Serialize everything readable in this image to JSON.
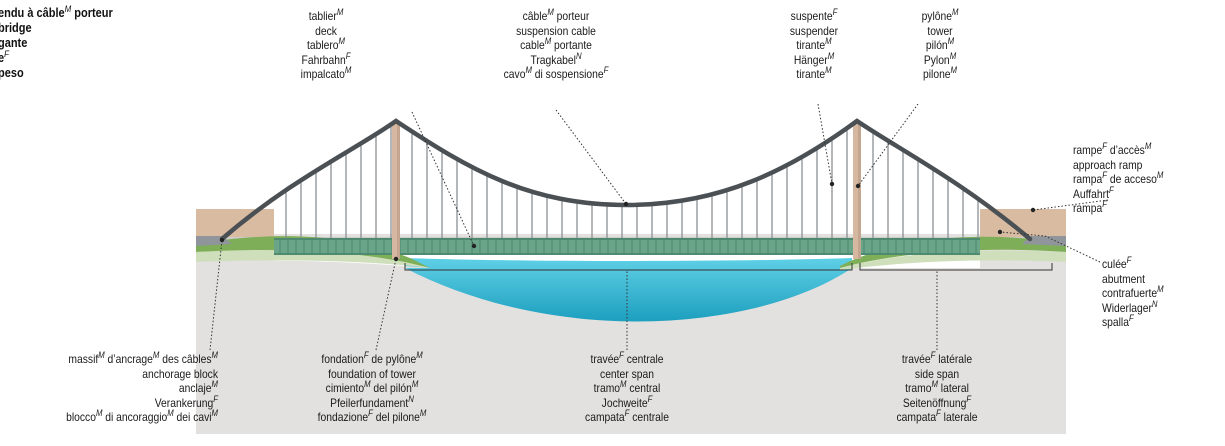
{
  "title_lines": [
    {
      "pre": "endu à câble",
      "g": "M",
      "post": " porteur"
    },
    {
      "pre": "bridge",
      "g": "",
      "post": ""
    },
    {
      "pre": "gante",
      "g": "",
      "post": ""
    },
    {
      "pre": "e",
      "g": "F",
      "post": ""
    },
    {
      "pre": "peso",
      "g": "",
      "post": ""
    }
  ],
  "labels": {
    "deck": [
      {
        "pre": "tablier",
        "g": "M",
        "post": ""
      },
      {
        "pre": "deck",
        "g": "",
        "post": ""
      },
      {
        "pre": "tablero",
        "g": "M",
        "post": ""
      },
      {
        "pre": "Fahrbahn",
        "g": "F",
        "post": ""
      },
      {
        "pre": "impalcato",
        "g": "M",
        "post": ""
      }
    ],
    "suspension_cable": [
      {
        "pre": "câble",
        "g": "M",
        "post": " porteur"
      },
      {
        "pre": "suspension cable",
        "g": "",
        "post": ""
      },
      {
        "pre": "cable",
        "g": "M",
        "post": " portante"
      },
      {
        "pre": "Tragkabel",
        "g": "N",
        "post": ""
      },
      {
        "pre": "cavo",
        "g": "M",
        "post": " di sospensione",
        "g2": "F"
      }
    ],
    "suspender": [
      {
        "pre": "suspente",
        "g": "F",
        "post": ""
      },
      {
        "pre": "suspender",
        "g": "",
        "post": ""
      },
      {
        "pre": "tirante",
        "g": "M",
        "post": ""
      },
      {
        "pre": "Hänger",
        "g": "M",
        "post": ""
      },
      {
        "pre": "tirante",
        "g": "M",
        "post": ""
      }
    ],
    "tower": [
      {
        "pre": "pylône",
        "g": "M",
        "post": ""
      },
      {
        "pre": "tower",
        "g": "",
        "post": ""
      },
      {
        "pre": "pilón",
        "g": "M",
        "post": ""
      },
      {
        "pre": "Pylon",
        "g": "M",
        "post": ""
      },
      {
        "pre": "pilone",
        "g": "M",
        "post": ""
      }
    ],
    "approach_ramp": [
      {
        "pre": "rampe",
        "g": "F",
        "post": " d’accès",
        "g2": "M"
      },
      {
        "pre": "approach ramp",
        "g": "",
        "post": ""
      },
      {
        "pre": "rampa",
        "g": "F",
        "post": " de acceso",
        "g2": "M"
      },
      {
        "pre": "Auffahrt",
        "g": "F",
        "post": ""
      },
      {
        "pre": "rampa",
        "g": "F",
        "post": ""
      }
    ],
    "abutment": [
      {
        "pre": "culée",
        "g": "F",
        "post": ""
      },
      {
        "pre": "abutment",
        "g": "",
        "post": ""
      },
      {
        "pre": "contrafuerte",
        "g": "M",
        "post": ""
      },
      {
        "pre": "Widerlager",
        "g": "N",
        "post": ""
      },
      {
        "pre": "spalla",
        "g": "F",
        "post": ""
      }
    ],
    "anchorage_block": [
      {
        "pre": "massif",
        "g": "M",
        "post": " d’ancrage",
        "g2": "M",
        "post2": " des câbles",
        "g3": "M"
      },
      {
        "pre": "anchorage block",
        "g": "",
        "post": ""
      },
      {
        "pre": "anclaje",
        "g": "M",
        "post": ""
      },
      {
        "pre": "Verankerung",
        "g": "F",
        "post": ""
      },
      {
        "pre": "blocco",
        "g": "M",
        "post": " di ancoraggio",
        "g2": "M",
        "post2": " dei cavi",
        "g3": "M"
      }
    ],
    "foundation_of_tower": [
      {
        "pre": "fondation",
        "g": "F",
        "post": " de pylône",
        "g2": "M"
      },
      {
        "pre": "foundation of tower",
        "g": "",
        "post": ""
      },
      {
        "pre": "cimiento",
        "g": "M",
        "post": " del pilón",
        "g2": "M"
      },
      {
        "pre": "Pfeilerfundament",
        "g": "N",
        "post": ""
      },
      {
        "pre": "fondazione",
        "g": "F",
        "post": " del pilone",
        "g2": "M"
      }
    ],
    "center_span": [
      {
        "pre": "travée",
        "g": "F",
        "post": " centrale"
      },
      {
        "pre": "center span",
        "g": "",
        "post": ""
      },
      {
        "pre": "tramo",
        "g": "M",
        "post": " central"
      },
      {
        "pre": "Jochweite",
        "g": "F",
        "post": ""
      },
      {
        "pre": "campata",
        "g": "F",
        "post": " centrale"
      }
    ],
    "side_span": [
      {
        "pre": "travée",
        "g": "F",
        "post": " latérale"
      },
      {
        "pre": "side span",
        "g": "",
        "post": ""
      },
      {
        "pre": "tramo",
        "g": "M",
        "post": " lateral"
      },
      {
        "pre": "Seitenöffnung",
        "g": "F",
        "post": ""
      },
      {
        "pre": "campata",
        "g": "F",
        "post": " laterale"
      }
    ]
  },
  "colors": {
    "cable": "#4a5054",
    "tower": "#d6b8a0",
    "deck": "#6aa589",
    "water": "#3fb7cf",
    "ground": "#e2e0de",
    "grass": "#86b35d",
    "abutment": "#d3b59a",
    "leader": "#333333"
  }
}
